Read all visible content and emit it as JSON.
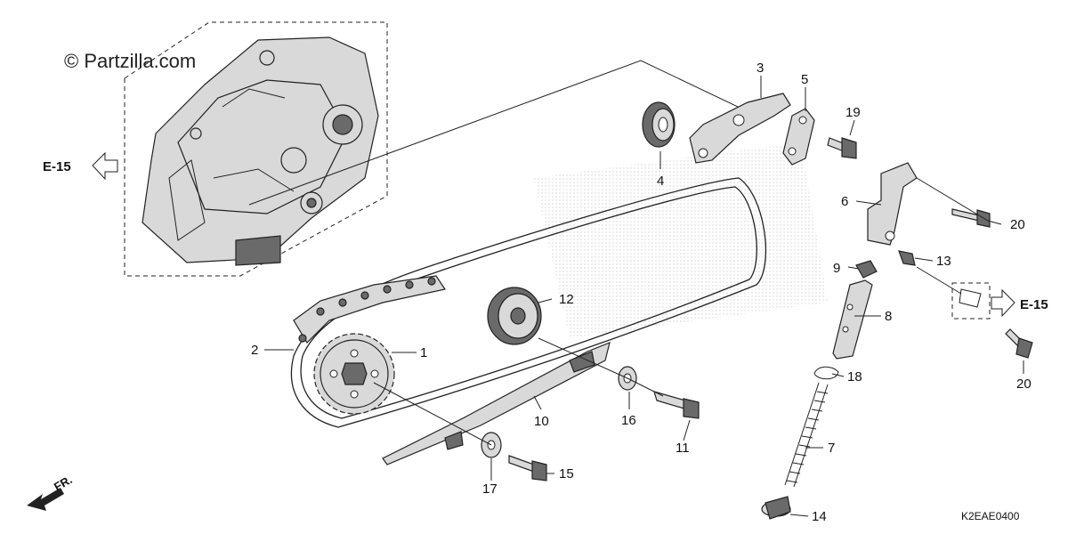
{
  "watermark": "© Partzilla.com",
  "diagram_code": "K2EAE0400",
  "front_indicator": "FR.",
  "ref_left": "E-15",
  "ref_right": "E-15",
  "callouts": {
    "c1": "1",
    "c2": "2",
    "c3": "3",
    "c4": "4",
    "c5": "5",
    "c6": "6",
    "c7": "7",
    "c8": "8",
    "c9": "9",
    "c10": "10",
    "c11": "11",
    "c12": "12",
    "c13": "13",
    "c14": "14",
    "c15": "15",
    "c16": "16",
    "c17": "17",
    "c18": "18",
    "c19": "19",
    "c20a": "20",
    "c20b": "20"
  },
  "colors": {
    "ink": "#222222",
    "part_fill": "#d9d9d9",
    "shadow": "#6a6a6a",
    "background": "#ffffff"
  }
}
